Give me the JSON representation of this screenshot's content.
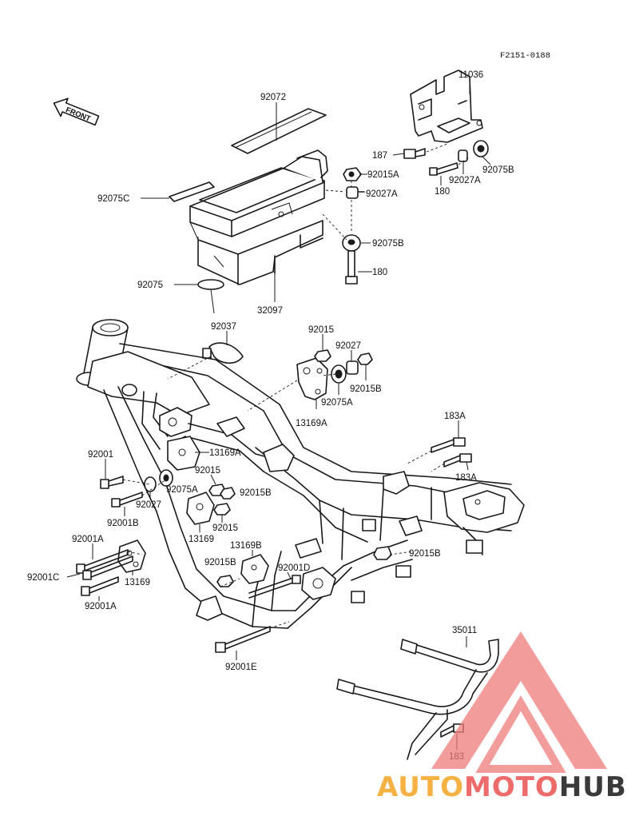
{
  "diagram_code": "F2151-0188",
  "front_arrow_text": "FRONT",
  "watermark": {
    "part1": "AUTO",
    "part2": "MOTO",
    "part3": "HUB",
    "color1": "#f5b142",
    "color2": "#ee6b6b",
    "color3": "#3a3a3a",
    "triangle_color": "#ef7b7b"
  },
  "labels": {
    "l11036": "11036",
    "l92072": "92072",
    "l187": "187",
    "l92015A_top": "92015A",
    "l92027A_top": "92027A",
    "l92075B_r": "92075B",
    "l92027A_r": "92027A",
    "l180_top": "180",
    "l92075C": "92075C",
    "l92075B_mid": "92075B",
    "l180_mid": "180",
    "l92075": "92075",
    "l32097": "32097",
    "l92037": "92037",
    "l92015_top": "92015",
    "l92027_top": "92027",
    "l92075A_top": "92075A",
    "l92015B_top": "92015B",
    "l13169A_top": "13169A",
    "l183A_1": "183A",
    "l183A_2": "183A",
    "l13169A_mid": "13169A",
    "l92001": "92001",
    "l92015_mid": "92015",
    "l92075A_mid": "92075A",
    "l92015B_mid": "92015B",
    "l92027": "92027",
    "l92001B": "92001B",
    "l92015_low": "92015",
    "l13169": "13169",
    "l92001A_1": "92001A",
    "l13169B": "13169B",
    "l92015B_r": "92015B",
    "l92001C": "92001C",
    "l13169_low": "13169",
    "l92015B_low": "92015B",
    "l92001D": "92001D",
    "l92001A_2": "92001A",
    "l92001E": "92001E",
    "l35011": "35011",
    "l183": "183"
  }
}
